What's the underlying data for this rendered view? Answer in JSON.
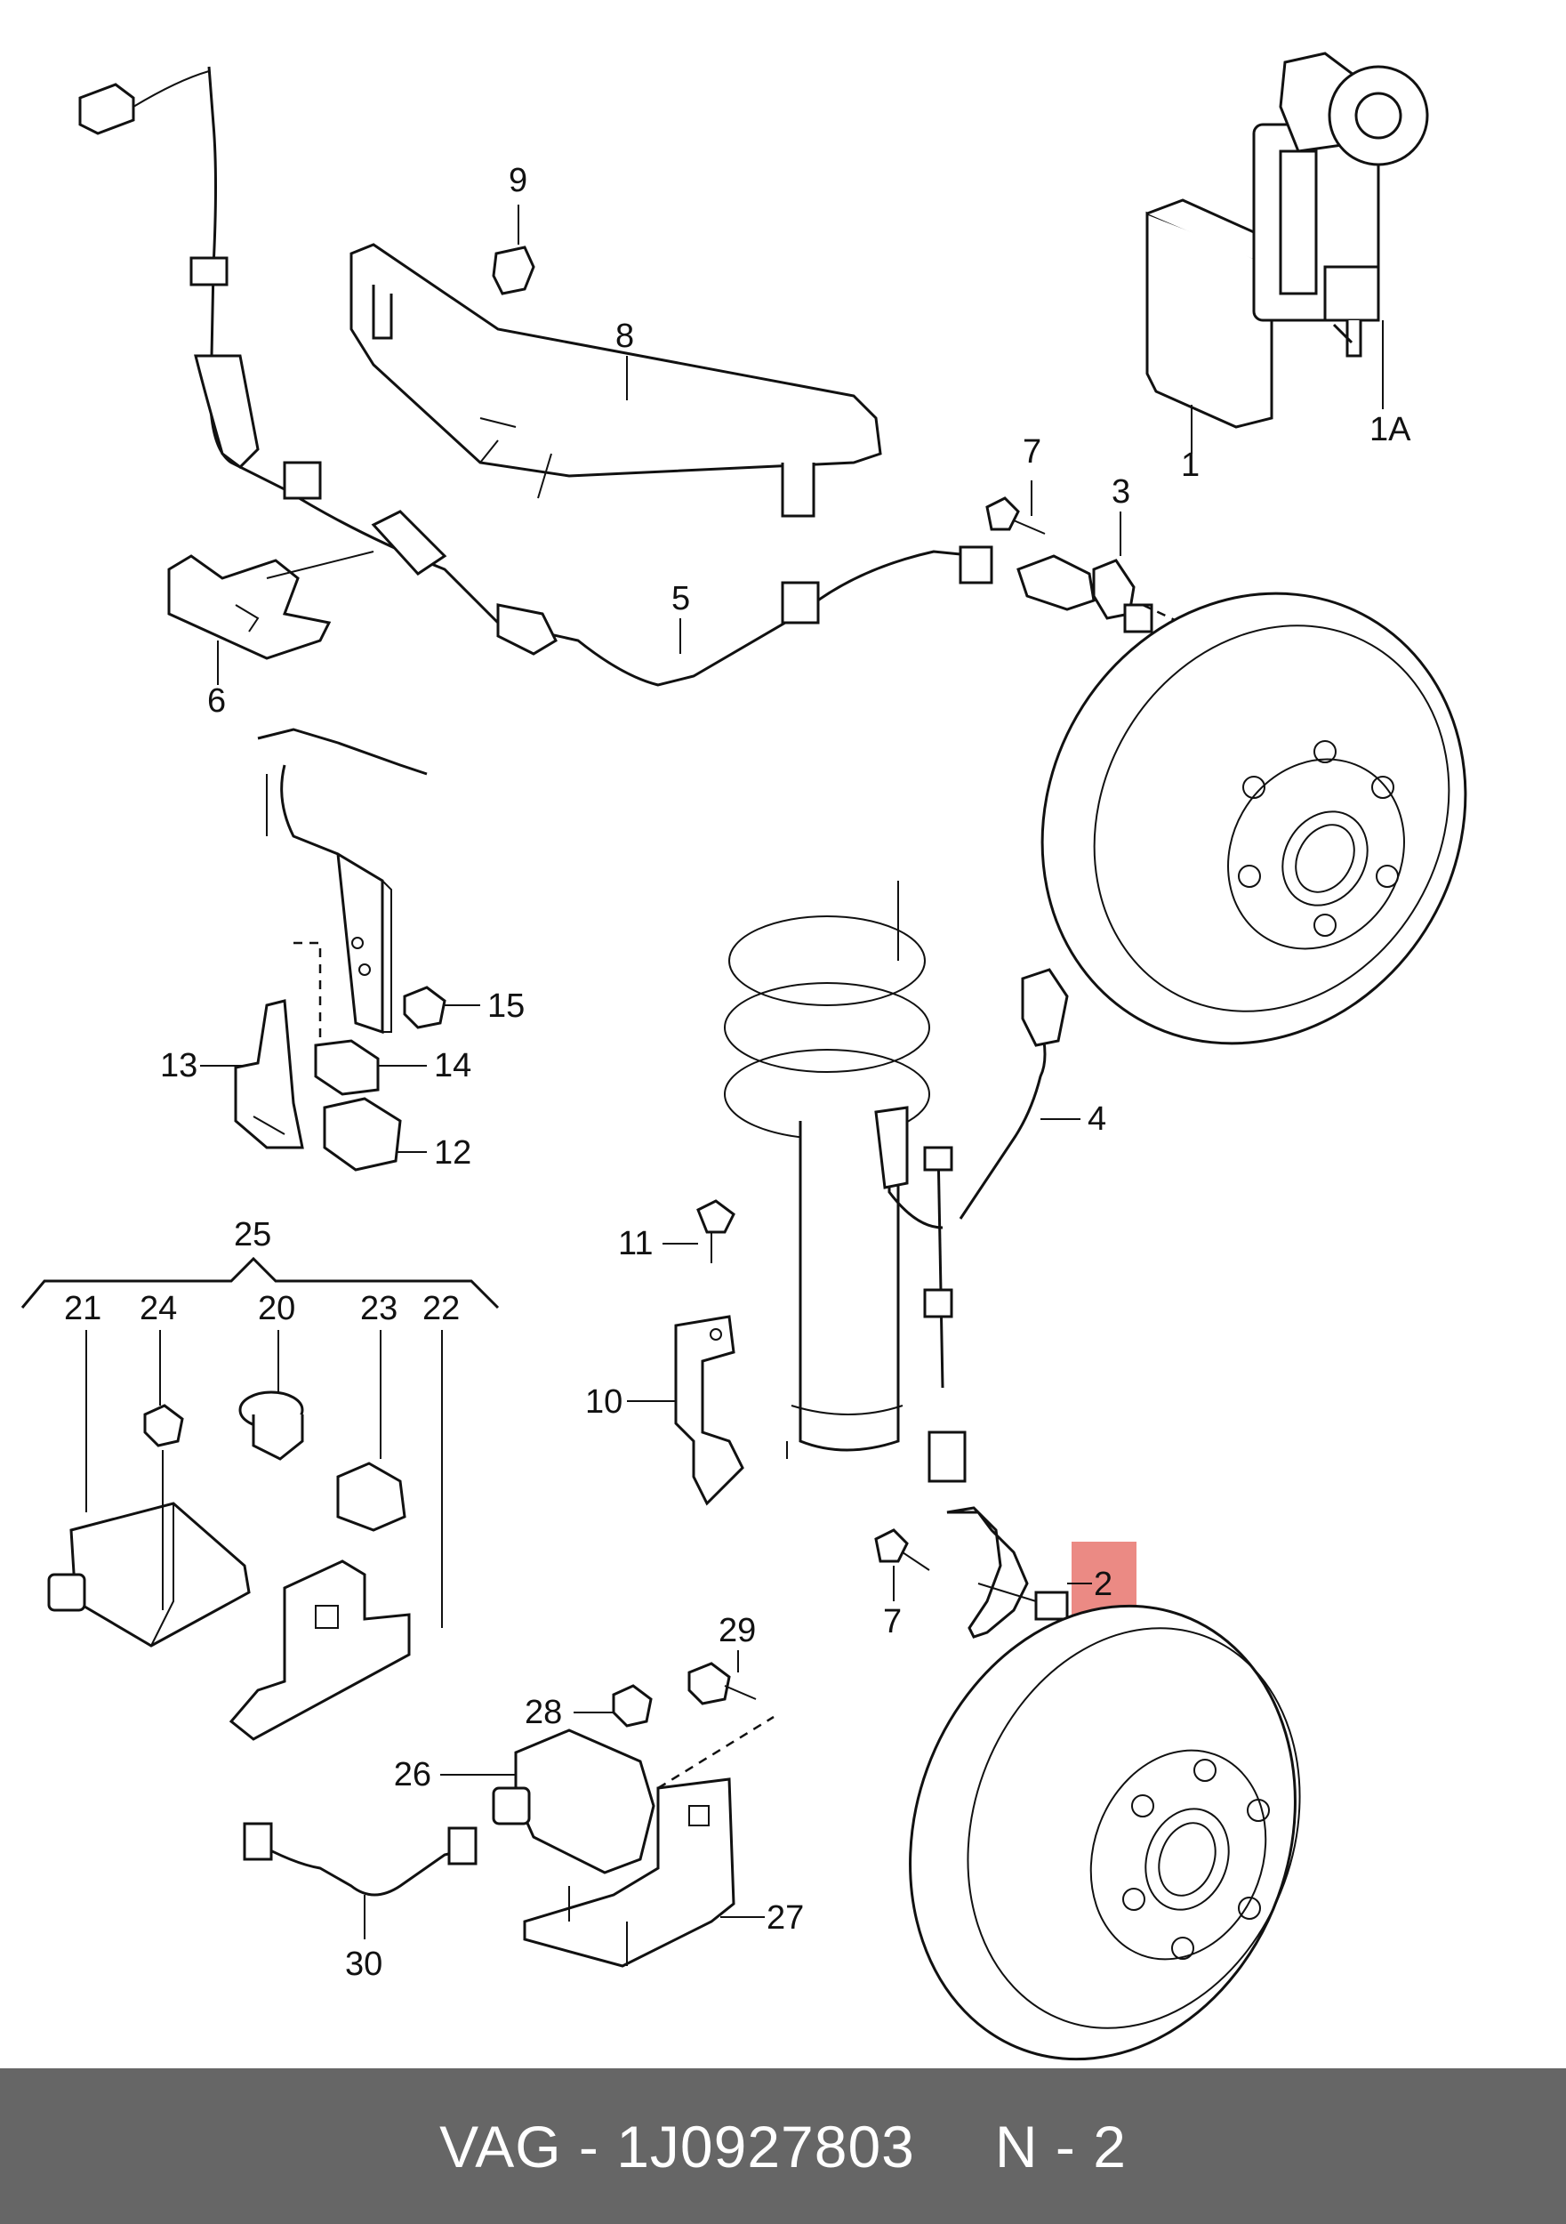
{
  "callouts": {
    "c1": "1",
    "c1a": "1A",
    "c2": "2",
    "c3": "3",
    "c4": "4",
    "c5": "5",
    "c6": "6",
    "c7a": "7",
    "c7b": "7",
    "c8": "8",
    "c9": "9",
    "c10": "10",
    "c11": "11",
    "c12": "12",
    "c13": "13",
    "c14": "14",
    "c15": "15",
    "c20": "20",
    "c21": "21",
    "c22": "22",
    "c23": "23",
    "c24": "24",
    "c25": "25",
    "c26": "26",
    "c27": "27",
    "c28": "28",
    "c29": "29",
    "c30": "30"
  },
  "highlight_color": "#e8766f",
  "footer": {
    "part_number": "VAG - 1J0927803",
    "position_ref": "N - 2",
    "background": "#666666"
  }
}
